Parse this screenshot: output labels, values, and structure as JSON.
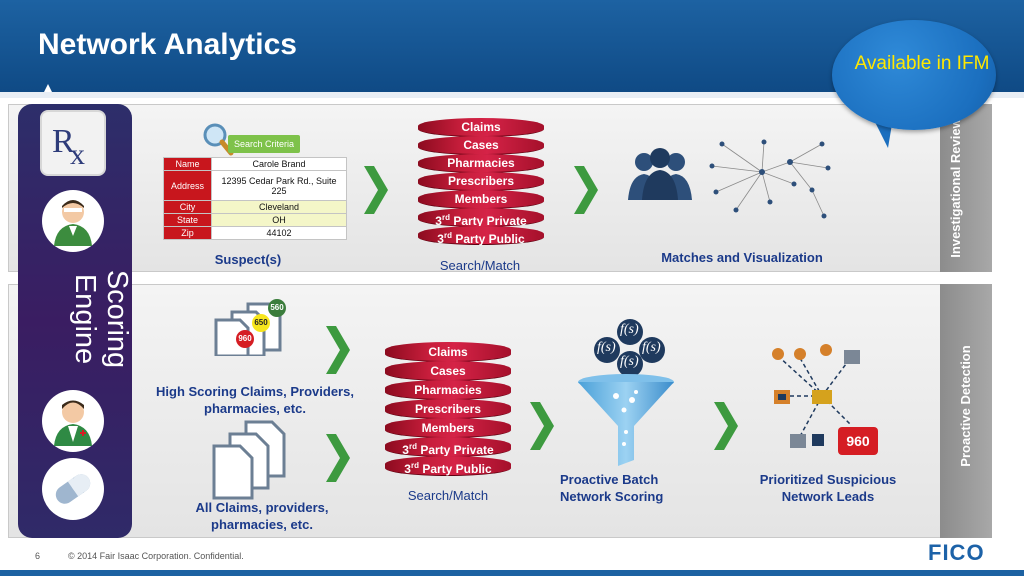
{
  "header": {
    "title": "Network Analytics"
  },
  "callout": {
    "text": "Available in IFM"
  },
  "sidebar": {
    "label": "Scoring Engine"
  },
  "panel1": {
    "side_label": "Investigational Review",
    "search_button": "Search Criteria",
    "suspect_table": [
      {
        "key": "Name",
        "value": "Carole Brand"
      },
      {
        "key": "Address",
        "value": "12395 Cedar Park Rd., Suite 225"
      },
      {
        "key": "City",
        "value": "Cleveland"
      },
      {
        "key": "State",
        "value": "OH"
      },
      {
        "key": "Zip",
        "value": "44102"
      }
    ],
    "suspect_caption": "Suspect(s)",
    "search_caption": "Search/Match",
    "matches_caption": "Matches and Visualization",
    "database": [
      "Claims",
      "Cases",
      "Pharmacies",
      "Prescribers",
      "Members",
      "3rd Party Private",
      "3rd Party Public"
    ]
  },
  "panel2": {
    "side_label": "Proactive Detection",
    "badges": [
      "560",
      "650",
      "960"
    ],
    "high_scoring_caption": "High Scoring Claims, Providers, pharmacies, etc.",
    "all_claims_caption": "All Claims, providers, pharmacies, etc.",
    "search_caption": "Search/Match",
    "batch_caption": "Proactive Batch Network Scoring",
    "leads_caption": "Prioritized Suspicious Network Leads",
    "lead_score": "960",
    "function_symbol": "f(s)",
    "database": [
      "Claims",
      "Cases",
      "Pharmacies",
      "Prescribers",
      "Members",
      "3rd Party Private",
      "3rd Party Public"
    ]
  },
  "footer": {
    "page_number": "6",
    "copyright": "© 2014 Fair Isaac Corporation. Confidential.",
    "logo": "FICO"
  },
  "colors": {
    "header_blue": "#1d62a2",
    "chevron_green": "#3d9a3f",
    "db_red": "#c81e3c",
    "caption_blue": "#1b3a8a",
    "callout_text": "#ffe800",
    "sidebar_purple": "#3a1d62"
  },
  "icons": [
    "rx-icon",
    "pharmacist-icon",
    "doctor-icon",
    "pill-icon",
    "magnifier-icon",
    "people-group-icon",
    "funnel-icon",
    "document-stack-icon",
    "network-graph-icon",
    "house-icon",
    "bank-icon",
    "person-pin-icon"
  ]
}
